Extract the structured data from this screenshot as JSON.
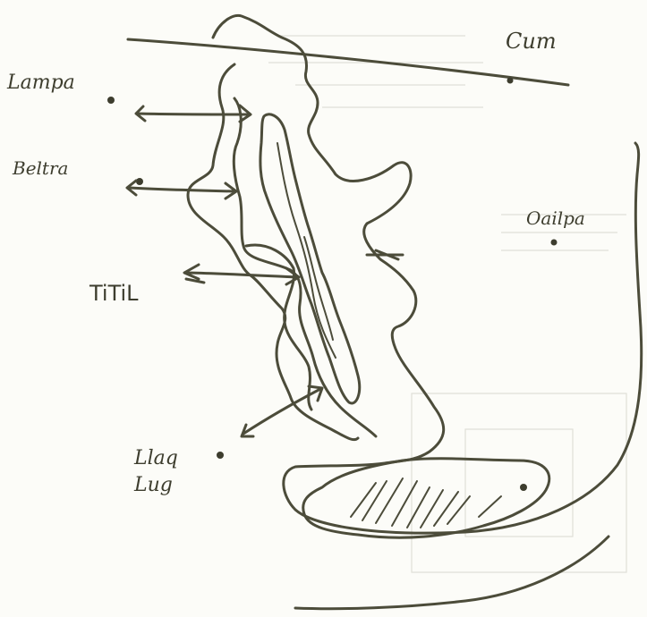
{
  "labels": {
    "lampa": "Lampa",
    "beltra": "Beltra",
    "cum": "Cum",
    "oailpa": "Oailpa",
    "titil": "TiTiL",
    "llaq_line1": "Llaq",
    "llaq_line2": "Lug"
  },
  "colors": {
    "ink": "#4c4c3a",
    "paper": "#fcfcf8"
  }
}
